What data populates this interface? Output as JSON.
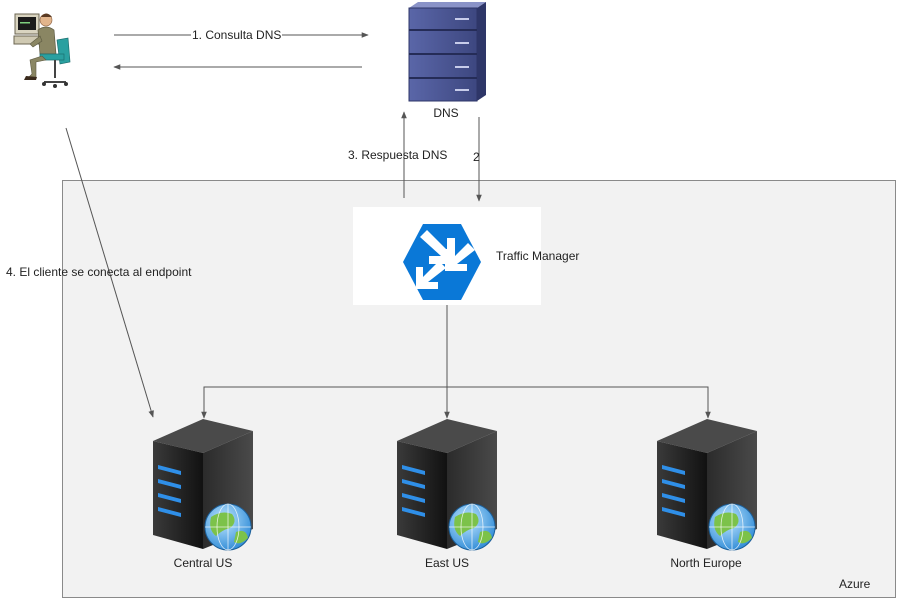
{
  "diagram": {
    "container_label": "Azure",
    "nodes": {
      "client": {
        "icon": "user-computer-icon"
      },
      "dns": {
        "label": "DNS",
        "icon": "server-rack-icon"
      },
      "traffic_manager": {
        "label": "Traffic Manager",
        "icon": "traffic-manager-icon"
      },
      "endpoints": [
        {
          "label": "Central US",
          "icon": "web-server-icon"
        },
        {
          "label": "East US",
          "icon": "web-server-icon"
        },
        {
          "label": "North Europe",
          "icon": "web-server-icon"
        }
      ]
    },
    "edges": {
      "step1": "1. Consulta DNS",
      "step2": "2",
      "step3": "3. Respuesta DNS",
      "step4": "4. El cliente se conecta al endpoint"
    }
  },
  "colors": {
    "azure_fill": "#f2f2f2",
    "azure_border": "#8a8a8a",
    "tm_blue": "#0a78d7",
    "dns_body": "#4a5590",
    "server_body": "#1f1f1f",
    "server_led": "#2f8fe8",
    "arrow": "#555555"
  }
}
